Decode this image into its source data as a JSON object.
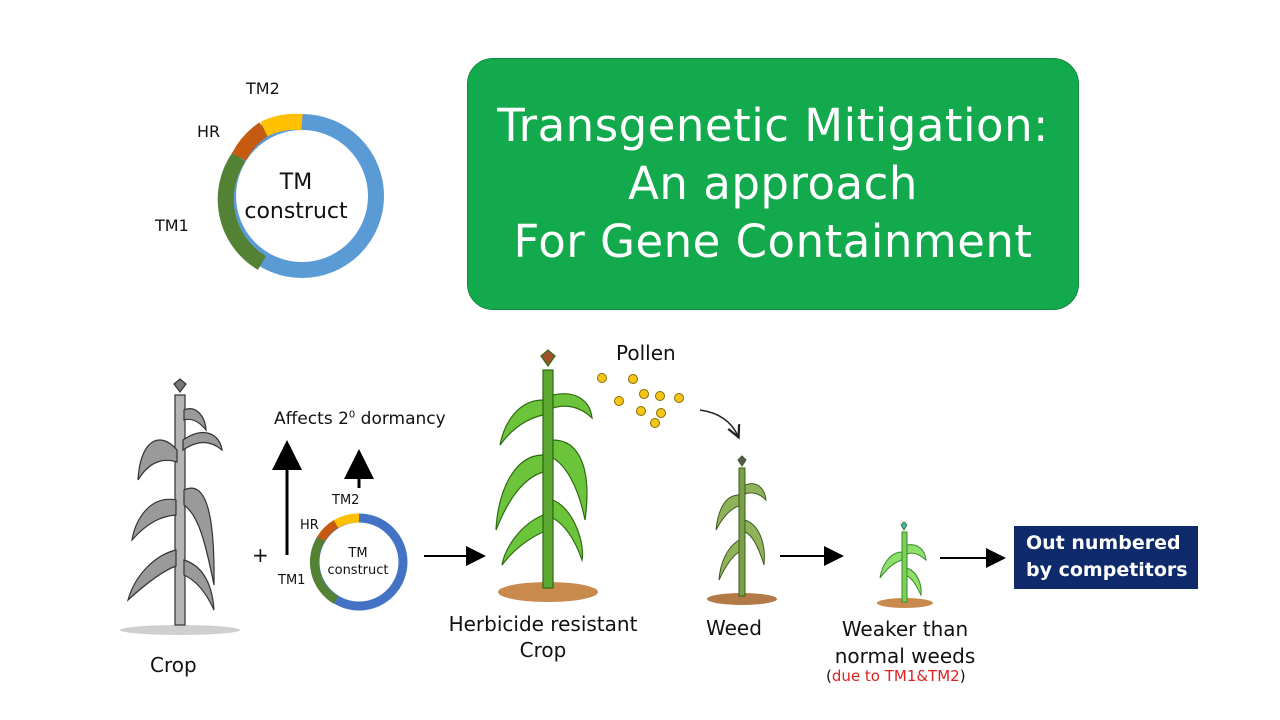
{
  "title": {
    "line1": "Transgenetic Mitigation:",
    "line2": "An approach",
    "line3": "For Gene Containment"
  },
  "construct_top": {
    "label_tm2": "TM2",
    "label_hr": "HR",
    "label_tm1": "TM1",
    "center_line1": "TM",
    "center_line2": "construct"
  },
  "construct_small": {
    "label_tm2": "TM2",
    "label_hr": "HR",
    "label_tm1": "TM1",
    "center_line1": "TM",
    "center_line2": "construct"
  },
  "labels": {
    "plus": "+",
    "affects": "Affects 2",
    "affects_sup": "0",
    "affects_rest": " dormancy",
    "pollen": "Pollen",
    "crop": "Crop",
    "herbicide_line1": "Herbicide resistant",
    "herbicide_line2": "Crop",
    "weed": "Weed",
    "weaker_line1": "Weaker than",
    "weaker_line2": "normal weeds",
    "due_open": "(",
    "due_text": "due to TM1&TM2",
    "due_close": ")",
    "out_line1": "Out numbered",
    "out_line2": "by competitors"
  },
  "colors": {
    "title_bg": "#13a94d",
    "ring_blue_top": "#5b9bd5",
    "ring_blue_small": "#4472c4",
    "ring_green": "#548235",
    "ring_orange": "#c55a11",
    "ring_yellow": "#ffc000",
    "pollen": "#f5c518",
    "outbox_bg": "#0e2a6b",
    "note_red": "#e0221f"
  }
}
